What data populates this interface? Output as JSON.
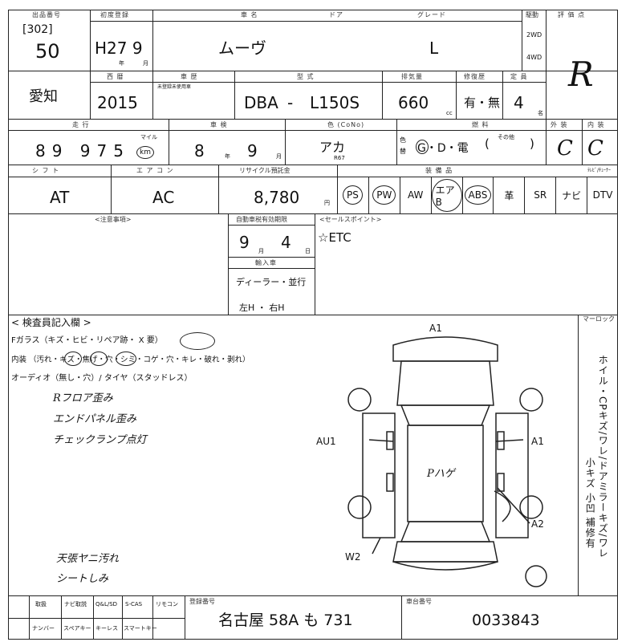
{
  "header": {
    "lot_label": "出品番号",
    "lot_code": "[302]",
    "lot_number": "50",
    "first_reg_label": "初度登録",
    "first_reg": "H27 9",
    "year_unit": "年",
    "month_unit": "月",
    "car_name_label": "車 名",
    "car_name": "ムーヴ",
    "door_label": "ドア",
    "grade_label": "グレード",
    "grade": "L",
    "drive_label": "駆動",
    "drive_2wd": "2WD",
    "drive_4wd": "4WD",
    "rating_label": "評 価 点",
    "rating": "R"
  },
  "row2": {
    "region": "愛知",
    "model_year_label": "西 暦",
    "model_year": "2015",
    "body_label": "車 歴",
    "body_note": "未登録未使用車",
    "type_label": "型 式",
    "type_prefix": "DBA",
    "type_dash": "-",
    "type_code": "L150S",
    "displacement_label": "排気量",
    "displacement": "660",
    "cc": "cc",
    "repair_label": "修復歴",
    "repair": "有・無",
    "capacity_label": "定 員",
    "capacity": "4",
    "capacity_unit": "名"
  },
  "row3": {
    "mileage_label": "走 行",
    "mileage": "89 975",
    "mile_unit": "マイル",
    "km_unit": "km",
    "shaken_label": "車 検",
    "shaken_year": "8",
    "shaken_year_unit": "年",
    "shaken_month": "9",
    "shaken_month_unit": "月",
    "color_label": "色 (CoNo)",
    "color": "アカ",
    "color_code": "R67",
    "color_change_label": "色替",
    "fuel_label": "燃 料",
    "fuel": "G・D・電",
    "fuel_other": "その他",
    "ext_label": "外 装",
    "ext": "C",
    "int_label": "内 装",
    "int": "C"
  },
  "row4": {
    "shift_label": "シ フ ト",
    "shift": "AT",
    "ac_label": "エ ア コ ン",
    "ac": "AC",
    "recycle_label": "リサイクル預託金",
    "recycle": "8,780",
    "recycle_unit": "円",
    "equip_label": "装 備 品",
    "equipment": [
      "PS",
      "PW",
      "AW",
      "エアB",
      "ABS",
      "革",
      "SR",
      "ナビ",
      "DTV"
    ],
    "equip_circled": [
      "PS",
      "PW",
      "エアB",
      "ABS"
    ],
    "tv_label": "ﾃﾚﾋﾞ/ﾁｭｰﾅｰ"
  },
  "row5": {
    "notes_label": "<注意事項>",
    "deadline_label": "自動車税有効期限",
    "deadline_month": "9",
    "deadline_month_unit": "月",
    "deadline_day": "4",
    "deadline_day_unit": "日",
    "import_label": "輸入車",
    "dealer": "ディーラー・並行",
    "steering": "左H ・ 右H",
    "sales_point_label": "<セールスポイント>",
    "sales_point": "☆ETC"
  },
  "inspection": {
    "title": "< 検査員記入欄 >",
    "glass": "Fガラス（キズ・ヒビ・リペア跡・ X 要）",
    "interior": "内装 （汚れ・キズ・焦げ・穴・シミ・コゲ・穴・キレ・破れ・剥れ）",
    "audio": "オーディオ（無し・穴）/ タイヤ（スタッドレス）",
    "notes": [
      "Rフロア歪み",
      "エンドパネル歪み",
      "チェックランプ点灯"
    ],
    "notes2": [
      "天張ヤニ汚れ",
      "シートしみ"
    ],
    "marking_label": "マーロック",
    "side_text_1": "ホイル・CPキズ/ワレ/ドアミラーキズ/ワレ",
    "side_text_2": "小キズ 小凹 補修有"
  },
  "diagram": {
    "a1_top": "A1",
    "a1_right": "A1",
    "au1_left": "AU1",
    "a2": "A2",
    "w2": "W2",
    "pageru": "Pハゲ"
  },
  "footer": {
    "col1_row1": "取扱",
    "col1_row2": "ナンバー",
    "col2_row1": "ナビ取説",
    "col2_row2": "スペアキー",
    "col3_row1": "Q&L/SD",
    "col3_row2": "キーレス",
    "col4_row1": "S-CAS",
    "col4_row2": "スマートキー",
    "col5_row1": "リモコン",
    "plate_label": "登録番号",
    "plate": "名古屋 58A も 731",
    "chassis_label": "車台番号",
    "chassis": "0033843"
  }
}
